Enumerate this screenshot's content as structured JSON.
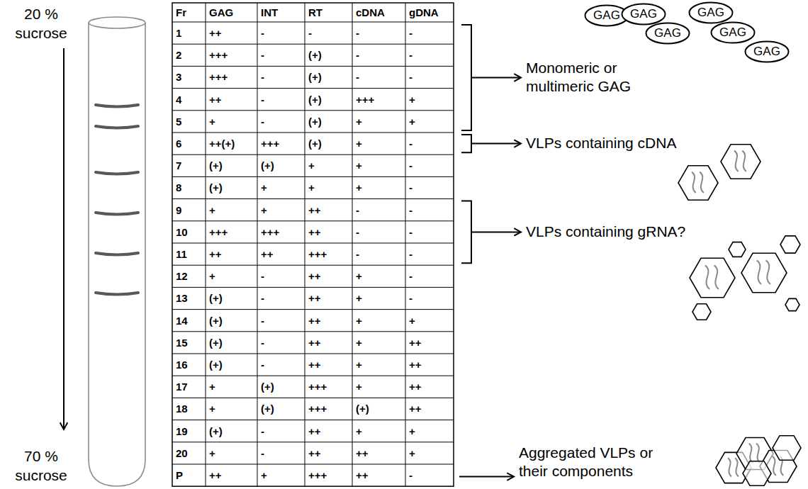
{
  "diagram": {
    "nodes": [
      {
        "text": [
          "GAG"
        ]
      },
      {
        "text": [
          "GAG"
        ]
      },
      {
        "text": [
          "GAG"
        ]
      },
      {
        "text": [
          "GAG"
        ]
      },
      {
        "text": [
          "GAG"
        ]
      },
      {
        "text": [
          "GAG"
        ]
      }
    ],
    "labels": [
      "20 % sucrose",
      "70 % sucrose",
      "Fr",
      "GAG",
      "INT",
      "RT",
      "cDNA",
      "gDNA",
      "1",
      "++",
      "-",
      "-",
      "-",
      "-",
      "2",
      "+++",
      "-",
      "(+)",
      "-",
      "-",
      "3",
      "+++",
      "-",
      "(+)",
      "-",
      "-",
      "4",
      "++",
      "-",
      "(+)",
      "+++",
      "+",
      "5",
      "+",
      "-",
      "(+)",
      "+",
      "+",
      "6",
      "++(+)",
      "+++",
      "(+)",
      "+",
      "-",
      "7",
      "(+)",
      "(+)",
      "+",
      "+",
      "-",
      "8",
      "(+)",
      "+",
      "+",
      "+",
      "-",
      "9",
      "+",
      "+",
      "++",
      "-",
      "-",
      "10",
      "+++",
      "+++",
      "++",
      "-",
      "-",
      "11",
      "++",
      "++",
      "+++",
      "-",
      "-",
      "12",
      "+",
      "-",
      "++",
      "+",
      "-",
      "13",
      "(+)",
      "-",
      "++",
      "+",
      "-",
      "14",
      "(+)",
      "-",
      "++",
      "+",
      "+",
      "15",
      "(+)",
      "-",
      "++",
      "+",
      "++",
      "16",
      "(+)",
      "-",
      "++",
      "+",
      "++",
      "17",
      "+",
      "(+)",
      "+++",
      "+",
      "++",
      "18",
      "+",
      "(+)",
      "+++",
      "(+)",
      "++",
      "19",
      "(+)",
      "-",
      "++",
      "+",
      "+",
      "20",
      "+",
      "-",
      "++",
      "++",
      "+",
      "P",
      "++",
      "+",
      "+++",
      "++",
      "-",
      "Monomeric or multimeric GAG",
      "VLPs containing cDNA",
      "VLPs containing gRNA?",
      "Aggregated VLPs or their components"
    ]
  }
}
